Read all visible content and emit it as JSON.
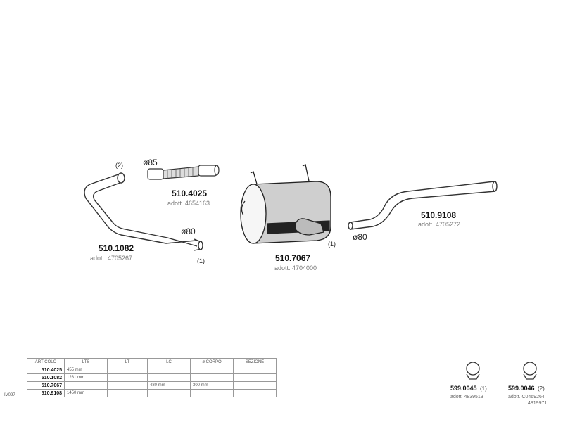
{
  "parts": [
    {
      "code": "510.1082",
      "adott": "adott. 4705267"
    },
    {
      "code": "510.4025",
      "adott": "adott. 4654163"
    },
    {
      "code": "510.7067",
      "adott": "adott. 4704000"
    },
    {
      "code": "510.9108",
      "adott": "adott. 4705272"
    }
  ],
  "callouts": {
    "d85": "ø85",
    "d80_left": "ø80",
    "d80_right": "ø80",
    "note2": "(2)",
    "note1_left": "(1)",
    "note1_mid": "(1)"
  },
  "table": {
    "headers": [
      "ARTICOLO",
      "LTS",
      "LT",
      "LC",
      "ø CORPO",
      "SEZIONE"
    ],
    "rows": [
      [
        "510.4025",
        "455 mm",
        "",
        "",
        "",
        ""
      ],
      [
        "510.1082",
        "1281 mm",
        "",
        "",
        "",
        ""
      ],
      [
        "510.7067",
        "",
        "",
        "480 mm",
        "300 mm",
        ""
      ],
      [
        "510.9108",
        "1450 mm",
        "",
        "",
        "",
        ""
      ]
    ]
  },
  "side_code": "IV097",
  "clamps": [
    {
      "code": "599.0045",
      "qty": "(1)",
      "adott": [
        "adott. 4839513"
      ]
    },
    {
      "code": "599.0046",
      "qty": "(2)",
      "adott": [
        "adott. C0469264",
        "4819971"
      ]
    }
  ]
}
